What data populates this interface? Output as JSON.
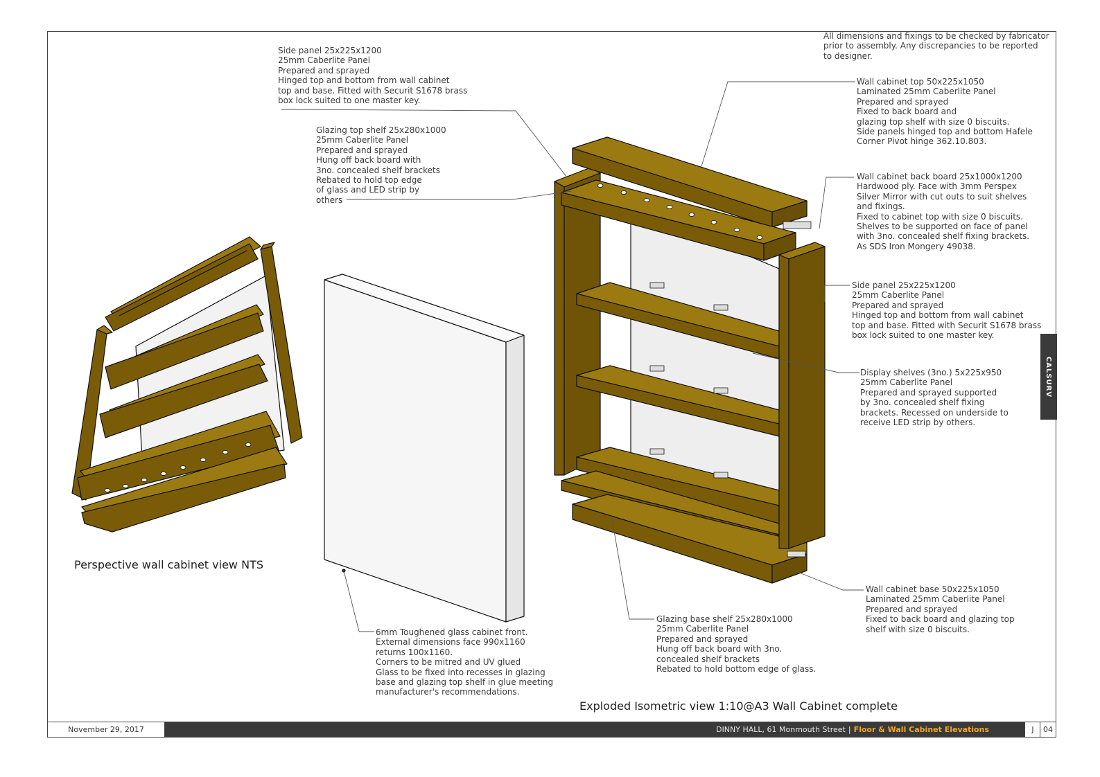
{
  "general_note": "All dimensions and fixings to be checked by fabricator\nprior to assembly. Any discrepancies to be reported\nto designer.",
  "annotations": {
    "side_panel_left": "Side panel 25x225x1200\n25mm Caberlite Panel\nPrepared and sprayed\nHinged top and bottom from wall cabinet\ntop and base. Fitted with Securit S1678 brass\nbox lock suited to one master key.",
    "glazing_top_shelf": "Glazing top shelf 25x280x1000\n25mm Caberlite Panel\nPrepared and sprayed\nHung off back board with\n3no. concealed shelf brackets\nRebated to hold top edge\nof glass and LED strip by\nothers",
    "wall_cabinet_top": "Wall cabinet top 50x225x1050\nLaminated 25mm Caberlite Panel\nPrepared and sprayed\nFixed to back board and\nglazing top shelf with size 0 biscuits.\nSide panels hinged top and bottom Hafele\nCorner Pivot hinge 362.10.803.",
    "back_board": "Wall cabinet back board 25x1000x1200\nHardwood ply. Face with 3mm Perspex\nSilver Mirror with cut outs to suit shelves\nand fixings.\nFixed to cabinet top with size 0 biscuits.\nShelves to be supported on face of panel\nwith 3no. concealed shelf fixing brackets.\nAs SDS Iron Mongery 49038.",
    "side_panel_right": "Side panel 25x225x1200\n25mm Caberlite Panel\nPrepared and sprayed\nHinged top and bottom from wall cabinet\ntop and base. Fitted with Securit S1678 brass\nbox lock suited to one master key.",
    "display_shelves": "Display shelves (3no.) 5x225x950\n25mm Caberlite Panel\nPrepared and sprayed supported\nby 3no. concealed shelf fixing\nbrackets. Recessed on underside to\nreceive LED strip by others.",
    "wall_cabinet_base": "Wall cabinet base 50x225x1050\nLaminated 25mm Caberlite Panel\nPrepared and sprayed\nFixed to back board and glazing top\nshelf with size 0 biscuits.",
    "glazing_base_shelf": "Glazing base shelf 25x280x1000\n25mm Caberlite Panel\nPrepared and sprayed\nHung off back board with 3no.\nconcealed shelf brackets\nRebated to hold bottom edge of glass.",
    "glass_front": "6mm Toughened glass cabinet front.\nExternal dimensions face 990x1160\nreturns 100x1160.\nCorners to be mitred and UV glued\nGlass to be fixed into recesses in glazing\nbase and glazing top shelf in glue meeting\nmanufacturer's recommendations."
  },
  "captions": {
    "perspective": "Perspective wall cabinet view NTS",
    "exploded": "Exploded Isometric view 1:10@A3 Wall Cabinet complete"
  },
  "title_block": {
    "date": "November 29, 2017",
    "project": "DINNY HALL, 61 Monmouth Street",
    "separator": "|",
    "drawing_title": "Floor & Wall Cabinet Elevations",
    "revision": "J",
    "page": "04"
  },
  "brand": "CALSURV",
  "colors": {
    "wood_top": "#9c7a12",
    "wood_front": "#7a5c08",
    "wood_side": "#6a4f06",
    "glass": "#f4f4f4",
    "titlebar": "#3a3a3a",
    "title_accent": "#f4a81d"
  }
}
